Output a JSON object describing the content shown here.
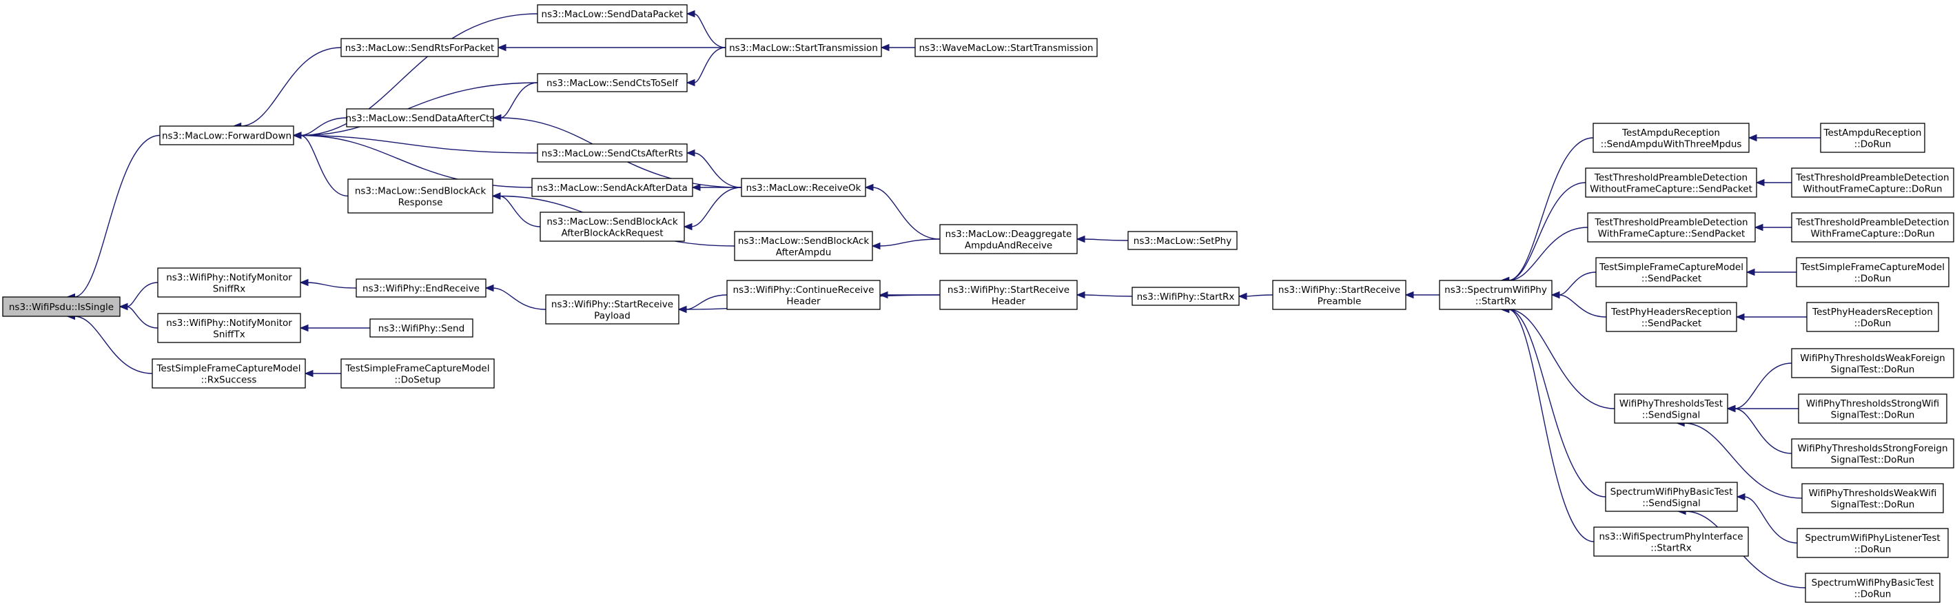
{
  "graph": {
    "title": "",
    "colors": {
      "edge": "#191970",
      "node_border": "#000000",
      "root_fill": "#bfbfbf",
      "node_fill": "#ffffff"
    },
    "nodes": [
      {
        "id": "isSingle",
        "lines": [
          "ns3::WifiPsdu::IsSingle"
        ],
        "root": true
      },
      {
        "id": "forwardDown",
        "lines": [
          "ns3::MacLow::ForwardDown"
        ]
      },
      {
        "id": "notifyMonitorSniffRx",
        "lines": [
          "ns3::WifiPhy::NotifyMonitor",
          "SniffRx"
        ]
      },
      {
        "id": "notifyMonitorSniffTx",
        "lines": [
          "ns3::WifiPhy::NotifyMonitor",
          "SniffTx"
        ]
      },
      {
        "id": "rxSuccess",
        "lines": [
          "TestSimpleFrameCaptureModel",
          "::RxSuccess"
        ]
      },
      {
        "id": "sendRtsForPacket",
        "lines": [
          "ns3::MacLow::SendRtsForPacket"
        ]
      },
      {
        "id": "sendDataAfterCts",
        "lines": [
          "ns3::MacLow::SendDataAfterCts"
        ]
      },
      {
        "id": "sendBlockAckResponse",
        "lines": [
          "ns3::MacLow::SendBlockAck",
          "Response"
        ]
      },
      {
        "id": "endReceive",
        "lines": [
          "ns3::WifiPhy::EndReceive"
        ]
      },
      {
        "id": "send",
        "lines": [
          "ns3::WifiPhy::Send"
        ]
      },
      {
        "id": "doSetup",
        "lines": [
          "TestSimpleFrameCaptureModel",
          "::DoSetup"
        ]
      },
      {
        "id": "sendDataPacket",
        "lines": [
          "ns3::MacLow::SendDataPacket"
        ]
      },
      {
        "id": "sendCtsToSelf",
        "lines": [
          "ns3::MacLow::SendCtsToSelf"
        ]
      },
      {
        "id": "sendCtsAfterRts",
        "lines": [
          "ns3::MacLow::SendCtsAfterRts"
        ]
      },
      {
        "id": "sendAckAfterData",
        "lines": [
          "ns3::MacLow::SendAckAfterData"
        ]
      },
      {
        "id": "sendBlockAckAfterBlockAckRequest",
        "lines": [
          "ns3::MacLow::SendBlockAck",
          "AfterBlockAckRequest"
        ]
      },
      {
        "id": "startReceivePayload",
        "lines": [
          "ns3::WifiPhy::StartReceive",
          "Payload"
        ]
      },
      {
        "id": "startTransmission",
        "lines": [
          "ns3::MacLow::StartTransmission"
        ]
      },
      {
        "id": "receiveOk",
        "lines": [
          "ns3::MacLow::ReceiveOk"
        ]
      },
      {
        "id": "sendBlockAckAfterAmpdu",
        "lines": [
          "ns3::MacLow::SendBlockAck",
          "AfterAmpdu"
        ]
      },
      {
        "id": "continueReceiveHeader",
        "lines": [
          "ns3::WifiPhy::ContinueReceive",
          "Header"
        ]
      },
      {
        "id": "waveStartTransmission",
        "lines": [
          "ns3::WaveMacLow::StartTransmission"
        ]
      },
      {
        "id": "deaggregate",
        "lines": [
          "ns3::MacLow::Deaggregate",
          "AmpduAndReceive"
        ]
      },
      {
        "id": "startReceiveHeader",
        "lines": [
          "ns3::WifiPhy::StartReceive",
          "Header"
        ]
      },
      {
        "id": "setPhy",
        "lines": [
          "ns3::MacLow::SetPhy"
        ]
      },
      {
        "id": "startRx",
        "lines": [
          "ns3::WifiPhy::StartRx"
        ]
      },
      {
        "id": "startReceivePreamble",
        "lines": [
          "ns3::WifiPhy::StartReceive",
          "Preamble"
        ]
      },
      {
        "id": "spectrumStartRx",
        "lines": [
          "ns3::SpectrumWifiPhy",
          "::StartRx"
        ]
      },
      {
        "id": "sendAmpduWithThreeMpdus",
        "lines": [
          "TestAmpduReception",
          "::SendAmpduWithThreeMpdus"
        ]
      },
      {
        "id": "withoutFrameCaptureSendPacket",
        "lines": [
          "TestThresholdPreambleDetection",
          "WithoutFrameCapture::SendPacket"
        ]
      },
      {
        "id": "withFrameCaptureSendPacket",
        "lines": [
          "TestThresholdPreambleDetection",
          "WithFrameCapture::SendPacket"
        ]
      },
      {
        "id": "frameCaptureSendPacket",
        "lines": [
          "TestSimpleFrameCaptureModel",
          "::SendPacket"
        ]
      },
      {
        "id": "phyHeadersSendPacket",
        "lines": [
          "TestPhyHeadersReception",
          "::SendPacket"
        ]
      },
      {
        "id": "thresholdsSendSignal",
        "lines": [
          "WifiPhyThresholdsTest",
          "::SendSignal"
        ]
      },
      {
        "id": "basicSendSignal",
        "lines": [
          "SpectrumWifiPhyBasicTest",
          "::SendSignal"
        ]
      },
      {
        "id": "spectrumInterfaceStartRx",
        "lines": [
          "ns3::WifiSpectrumPhyInterface",
          "::StartRx"
        ]
      },
      {
        "id": "ampduDoRun",
        "lines": [
          "TestAmpduReception",
          "::DoRun"
        ]
      },
      {
        "id": "withoutFrameCaptureDoRun",
        "lines": [
          "TestThresholdPreambleDetection",
          "WithoutFrameCapture::DoRun"
        ]
      },
      {
        "id": "withFrameCaptureDoRun",
        "lines": [
          "TestThresholdPreambleDetection",
          "WithFrameCapture::DoRun"
        ]
      },
      {
        "id": "frameCaptureDoRun",
        "lines": [
          "TestSimpleFrameCaptureModel",
          "::DoRun"
        ]
      },
      {
        "id": "phyHeadersDoRun",
        "lines": [
          "TestPhyHeadersReception",
          "::DoRun"
        ]
      },
      {
        "id": "weakForeignDoRun",
        "lines": [
          "WifiPhyThresholdsWeakForeign",
          "SignalTest::DoRun"
        ]
      },
      {
        "id": "strongWifiDoRun",
        "lines": [
          "WifiPhyThresholdsStrongWifi",
          "SignalTest::DoRun"
        ]
      },
      {
        "id": "strongForeignDoRun",
        "lines": [
          "WifiPhyThresholdsStrongForeign",
          "SignalTest::DoRun"
        ]
      },
      {
        "id": "weakWifiDoRun",
        "lines": [
          "WifiPhyThresholdsWeakWifi",
          "SignalTest::DoRun"
        ]
      },
      {
        "id": "listenerDoRun",
        "lines": [
          "SpectrumWifiPhyListenerTest",
          "::DoRun"
        ]
      },
      {
        "id": "basicDoRun",
        "lines": [
          "SpectrumWifiPhyBasicTest",
          "::DoRun"
        ]
      }
    ],
    "edges": [
      {
        "from": "forwardDown",
        "to": "isSingle"
      },
      {
        "from": "notifyMonitorSniffRx",
        "to": "isSingle"
      },
      {
        "from": "notifyMonitorSniffTx",
        "to": "isSingle"
      },
      {
        "from": "rxSuccess",
        "to": "isSingle"
      },
      {
        "from": "sendDataPacket",
        "to": "forwardDown"
      },
      {
        "from": "sendRtsForPacket",
        "to": "forwardDown"
      },
      {
        "from": "sendCtsToSelf",
        "to": "forwardDown"
      },
      {
        "from": "sendDataAfterCts",
        "to": "forwardDown"
      },
      {
        "from": "sendCtsAfterRts",
        "to": "forwardDown"
      },
      {
        "from": "sendAckAfterData",
        "to": "forwardDown"
      },
      {
        "from": "sendBlockAckResponse",
        "to": "forwardDown"
      },
      {
        "from": "endReceive",
        "to": "notifyMonitorSniffRx"
      },
      {
        "from": "send",
        "to": "notifyMonitorSniffTx"
      },
      {
        "from": "doSetup",
        "to": "rxSuccess"
      },
      {
        "from": "startTransmission",
        "to": "sendDataPacket"
      },
      {
        "from": "startTransmission",
        "to": "sendRtsForPacket"
      },
      {
        "from": "startTransmission",
        "to": "sendCtsToSelf"
      },
      {
        "from": "sendCtsToSelf",
        "to": "sendDataAfterCts"
      },
      {
        "from": "receiveOk",
        "to": "sendDataAfterCts"
      },
      {
        "from": "receiveOk",
        "to": "sendCtsAfterRts"
      },
      {
        "from": "receiveOk",
        "to": "sendAckAfterData"
      },
      {
        "from": "receiveOk",
        "to": "sendBlockAckAfterBlockAckRequest"
      },
      {
        "from": "sendBlockAckAfterBlockAckRequest",
        "to": "sendBlockAckResponse"
      },
      {
        "from": "sendBlockAckAfterAmpdu",
        "to": "sendBlockAckResponse"
      },
      {
        "from": "startReceivePayload",
        "to": "endReceive"
      },
      {
        "from": "continueReceiveHeader",
        "to": "startReceivePayload"
      },
      {
        "from": "startReceiveHeader",
        "to": "startReceivePayload"
      },
      {
        "from": "waveStartTransmission",
        "to": "startTransmission"
      },
      {
        "from": "deaggregate",
        "to": "receiveOk"
      },
      {
        "from": "deaggregate",
        "to": "sendBlockAckAfterAmpdu"
      },
      {
        "from": "startReceiveHeader",
        "to": "continueReceiveHeader"
      },
      {
        "from": "setPhy",
        "to": "deaggregate"
      },
      {
        "from": "startRx",
        "to": "startReceiveHeader"
      },
      {
        "from": "startReceivePreamble",
        "to": "startRx"
      },
      {
        "from": "spectrumStartRx",
        "to": "startReceivePreamble"
      },
      {
        "from": "sendAmpduWithThreeMpdus",
        "to": "spectrumStartRx"
      },
      {
        "from": "withoutFrameCaptureSendPacket",
        "to": "spectrumStartRx"
      },
      {
        "from": "withFrameCaptureSendPacket",
        "to": "spectrumStartRx"
      },
      {
        "from": "frameCaptureSendPacket",
        "to": "spectrumStartRx"
      },
      {
        "from": "phyHeadersSendPacket",
        "to": "spectrumStartRx"
      },
      {
        "from": "thresholdsSendSignal",
        "to": "spectrumStartRx"
      },
      {
        "from": "basicSendSignal",
        "to": "spectrumStartRx"
      },
      {
        "from": "spectrumInterfaceStartRx",
        "to": "spectrumStartRx"
      },
      {
        "from": "ampduDoRun",
        "to": "sendAmpduWithThreeMpdus"
      },
      {
        "from": "withoutFrameCaptureDoRun",
        "to": "withoutFrameCaptureSendPacket"
      },
      {
        "from": "withFrameCaptureDoRun",
        "to": "withFrameCaptureSendPacket"
      },
      {
        "from": "frameCaptureDoRun",
        "to": "frameCaptureSendPacket"
      },
      {
        "from": "phyHeadersDoRun",
        "to": "phyHeadersSendPacket"
      },
      {
        "from": "weakForeignDoRun",
        "to": "thresholdsSendSignal"
      },
      {
        "from": "strongWifiDoRun",
        "to": "thresholdsSendSignal"
      },
      {
        "from": "strongForeignDoRun",
        "to": "thresholdsSendSignal"
      },
      {
        "from": "weakWifiDoRun",
        "to": "thresholdsSendSignal"
      },
      {
        "from": "listenerDoRun",
        "to": "basicSendSignal"
      },
      {
        "from": "basicDoRun",
        "to": "basicSendSignal"
      }
    ]
  }
}
